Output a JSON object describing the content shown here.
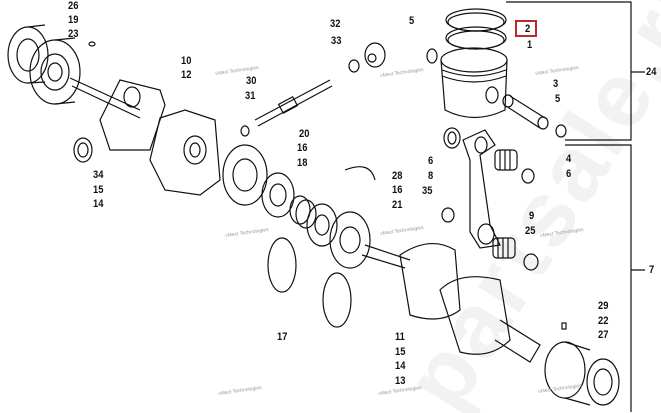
{
  "diagram": {
    "callouts": {
      "c26": "26",
      "c19": "19",
      "c23": "23",
      "c10": "10",
      "c12": "12",
      "c30": "30",
      "c31": "31",
      "c20": "20",
      "c16a": "16",
      "c18": "18",
      "c34": "34",
      "c15a": "15",
      "c14a": "14",
      "c32": "32",
      "c33": "33",
      "c5a": "5",
      "c2": "2",
      "c1": "1",
      "c24": "24",
      "c3": "3",
      "c5b": "5",
      "c6a": "6",
      "c8": "8",
      "c4": "4",
      "c6b": "6",
      "c28": "28",
      "c16b": "16",
      "c35": "35",
      "c21": "21",
      "c9": "9",
      "c25": "25",
      "c7": "7",
      "c29": "29",
      "c22": "22",
      "c27": "27",
      "c17": "17",
      "c11": "11",
      "c15b": "15",
      "c14b": "14",
      "c13": "13"
    },
    "highlighted_callout": "2",
    "highlight_color": "#c0262c",
    "watermark_small": "vMect Technologies",
    "watermark_large": "partsale.ru"
  }
}
